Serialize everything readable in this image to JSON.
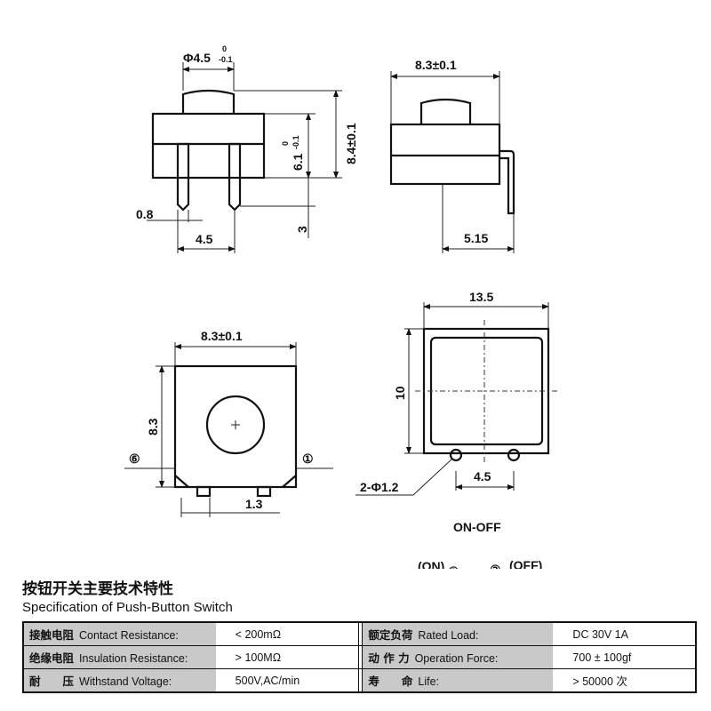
{
  "drawing": {
    "front_view": {
      "button_dia": "Φ4.5",
      "button_tol_upper": "0",
      "button_tol_lower": "-0.1",
      "total_height": "8.4±0.1",
      "body_height": "6.1",
      "body_tol_upper": "0",
      "body_tol_lower": "-0.1",
      "pin_length": "3",
      "pin_width": "0.8",
      "pin_spacing": "4.5"
    },
    "side_view": {
      "width": "8.3±0.1",
      "lead_offset": "5.15"
    },
    "top_view": {
      "width": "8.3±0.1",
      "height": "8.3",
      "pin_left": "⑥",
      "pin_right": "①",
      "pin_gap": "1.3"
    },
    "footprint": {
      "width": "13.5",
      "height": "10",
      "holes": "2-Φ1.2",
      "hole_spacing": "4.5"
    },
    "schematic": {
      "title": "ON-OFF",
      "on_label": "(ON)",
      "off_label": "(OFF)",
      "pin1": "①",
      "pin6": "⑥",
      "pin2": "②"
    }
  },
  "spec": {
    "title_cn": "按钮开关主要技术特性",
    "title_en": "Specification of Push-Button Switch",
    "rows": [
      {
        "l_cn": "接触电阻",
        "l_en": "Contact Resistance:",
        "l_val": "< 200mΩ",
        "r_cn": "额定负荷",
        "r_en": "Rated Load:",
        "r_val": "DC 30V 1A"
      },
      {
        "l_cn": "绝缘电阻",
        "l_en": "Insulation Resistance:",
        "l_val": "> 100MΩ",
        "r_cn": "动 作 力",
        "r_en": "Operation Force:",
        "r_val": "700 ± 100gf"
      },
      {
        "l_cn": "耐　　压",
        "l_en": "Withstand Voltage:",
        "l_val": "500V,AC/min",
        "r_cn": "寿　　命",
        "r_en": "Life:",
        "r_val": "> 50000 次"
      }
    ]
  }
}
